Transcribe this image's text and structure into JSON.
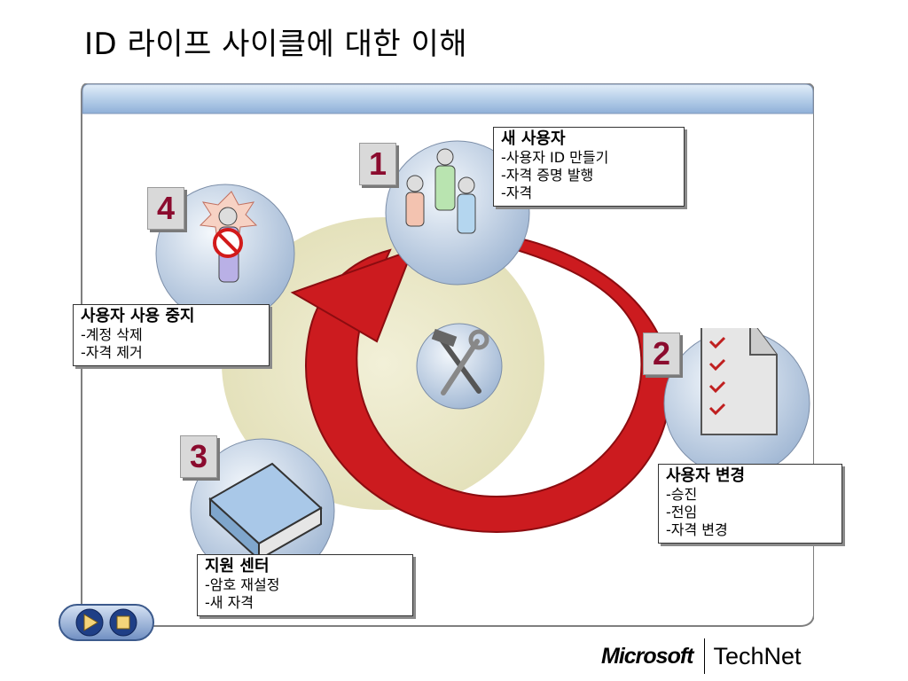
{
  "title": "ID 라이프 사이클에 대한 이해",
  "steps": [
    {
      "number": "1",
      "heading": "새 사용자",
      "lines": [
        "-사용자 ID 만들기",
        "-자격 증명 발행",
        "-자격"
      ]
    },
    {
      "number": "2",
      "heading": "사용자 변경",
      "lines": [
        "-승진",
        "-전임",
        "-자격 변경"
      ]
    },
    {
      "number": "3",
      "heading": "지원 센터",
      "lines": [
        "-암호 재설정",
        "-새 자격"
      ]
    },
    {
      "number": "4",
      "heading": "사용자 사용 중지",
      "lines": [
        "-계정 삭제",
        "-자격 제거"
      ]
    }
  ],
  "brand": {
    "company": "Microsoft",
    "product": "TechNet"
  },
  "colors": {
    "arrow": "#cc1b1f",
    "number": "#8b0b2e",
    "ellipse": "#e9e7c4",
    "header_bar": "#a9c4e4"
  },
  "icons": {
    "center": "tools-icon",
    "step1": "users-icon",
    "step2": "checklist-document-icon",
    "step3": "binder-book-icon",
    "step4": "blocked-user-icon"
  }
}
